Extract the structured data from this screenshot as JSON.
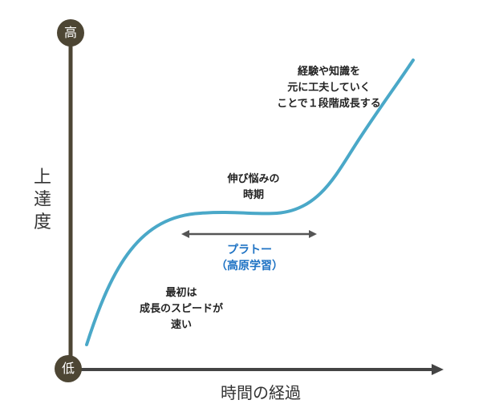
{
  "axes": {
    "y_label": "上達度",
    "x_label": "時間の経過",
    "y_high": "高",
    "y_low": "低"
  },
  "annotations": {
    "early": [
      "最初は",
      "成長のスピードが",
      "速い"
    ],
    "stagnation": [
      "伸び悩みの",
      "時期"
    ],
    "plateau": [
      "プラトー",
      "（高原学習）"
    ],
    "breakthrough": [
      "経験や知識を",
      "元に工夫していく",
      "ことで１段階成長する"
    ]
  },
  "colors": {
    "curve": "#4aa8c8",
    "axis": "#4d4634",
    "plateau_label": "#1f73c4"
  }
}
